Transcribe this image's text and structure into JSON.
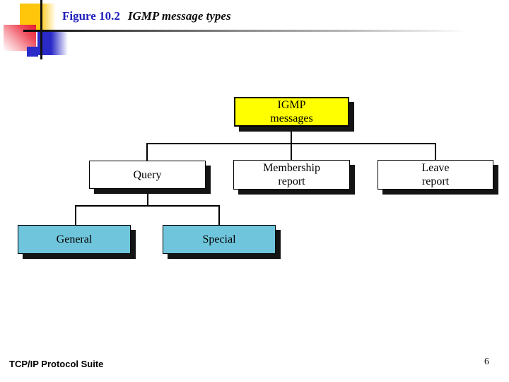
{
  "slide": {
    "figure_label": "Figure 10.2",
    "figure_title": "IGMP message types",
    "footer": "TCP/IP Protocol Suite",
    "page_number": "6"
  },
  "diagram": {
    "nodes": {
      "igmp": {
        "label": "IGMP\nmessages",
        "fill": "#FFFF00"
      },
      "query": {
        "label": "Query",
        "fill": "#FFFFFF"
      },
      "membership": {
        "label": "Membership\nreport",
        "fill": "#FFFFFF"
      },
      "leave": {
        "label": "Leave\nreport",
        "fill": "#FFFFFF"
      },
      "general": {
        "label": "General",
        "fill": "#6FC5DB"
      },
      "special": {
        "label": "Special",
        "fill": "#6FC5DB"
      }
    },
    "edges": [
      [
        "igmp",
        "query"
      ],
      [
        "igmp",
        "membership"
      ],
      [
        "igmp",
        "leave"
      ],
      [
        "query",
        "general"
      ],
      [
        "query",
        "special"
      ]
    ]
  },
  "colors": {
    "figure_label_blue": "#2121BD",
    "node_yellow": "#FFFF00",
    "node_cyan": "#6FC5DB",
    "node_shadow": "#141414",
    "logo_gold": "#FFC60B",
    "logo_red": "#E8192C",
    "logo_blue": "#2A2AC8"
  }
}
